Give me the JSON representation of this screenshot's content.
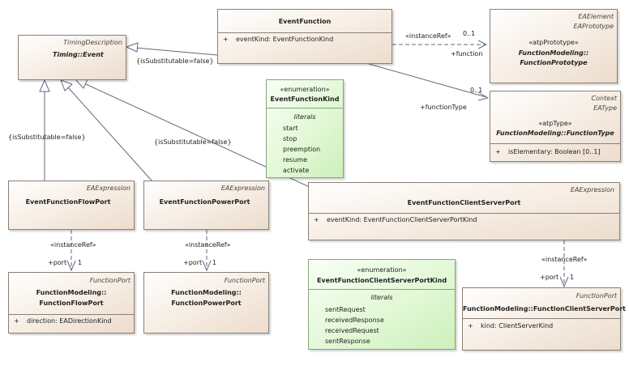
{
  "timing_description": {
    "stereotype": "TimingDescription",
    "name": "Timing::Event"
  },
  "event_function": {
    "name": "EventFunction",
    "attr_visibility": "+",
    "attribute": "eventKind: EventFunctionKind"
  },
  "function_prototype": {
    "stereotype1": "EAElement",
    "stereotype2": "EAPrototype",
    "inner_stereotype": "«atpPrototype»",
    "name_line1": "FunctionModeling::",
    "name_line2": "FunctionPrototype"
  },
  "function_type": {
    "stereotype1": "Context",
    "stereotype2": "EAType",
    "inner_stereotype": "«atpType»",
    "name": "FunctionModeling::FunctionType",
    "attr_visibility": "+",
    "attribute": "isElementary: Boolean [0..1]"
  },
  "event_function_kind": {
    "stereotype": "«enumeration»",
    "name": "EventFunctionKind",
    "literals_label": "literals",
    "literals": [
      "start",
      "stop",
      "preemption",
      "resume",
      "activate"
    ]
  },
  "flow_port": {
    "stereotype": "EAExpression",
    "name": "EventFunctionFlowPort"
  },
  "power_port": {
    "stereotype": "EAExpression",
    "name": "EventFunctionPowerPort"
  },
  "client_server_port": {
    "stereotype": "EAExpression",
    "name": "EventFunctionClientServerPort",
    "attr_visibility": "+",
    "attribute": "eventKind: EventFunctionClientServerPortKind"
  },
  "function_flow_port": {
    "stereotype": "FunctionPort",
    "name_line1": "FunctionModeling::",
    "name_line2": "FunctionFlowPort",
    "attr_visibility": "+",
    "attribute": "direction: EADirectionKind"
  },
  "function_power_port": {
    "stereotype": "FunctionPort",
    "name_line1": "FunctionModeling::",
    "name_line2": "FunctionPowerPort"
  },
  "cs_port_kind": {
    "stereotype": "«enumeration»",
    "name": "EventFunctionClientServerPortKind",
    "literals_label": "literals",
    "literals": [
      "sentRequest",
      "receivedResponse",
      "receivedRequest",
      "sentResponse"
    ]
  },
  "function_client_server_port": {
    "stereotype": "FunctionPort",
    "name": "FunctionModeling::FunctionClientServerPort",
    "attr_visibility": "+",
    "attribute": "kind: ClientServerKind"
  },
  "labels": {
    "is_substitutable_1": "{isSubstitutable=false}",
    "is_substitutable_2": "{isSubstitutable=false}",
    "is_substitutable_3": "{isSubstitutable=false}",
    "instance_ref_function": "«instanceRef»",
    "mult_function": "0..1",
    "role_function": "+function",
    "mult_function_type": "0..1",
    "role_function_type": "+functionType",
    "instance_ref_flow": "«instanceRef»",
    "role_flow": "+port",
    "mult_flow": "1",
    "instance_ref_power": "«instanceRef»",
    "role_power": "+port",
    "mult_power": "1",
    "instance_ref_cs": "«instanceRef»",
    "role_cs": "+port",
    "mult_cs": "1"
  }
}
